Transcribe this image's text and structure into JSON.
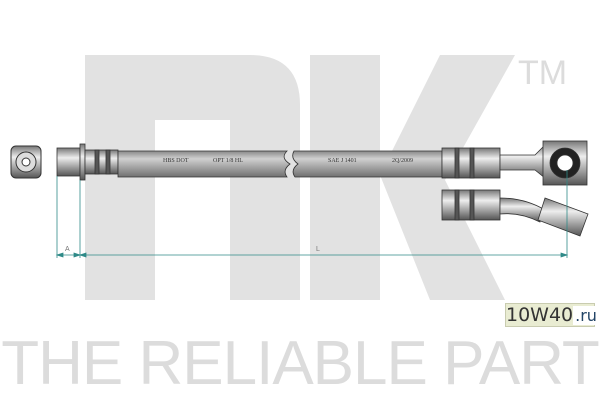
{
  "logo": {
    "brand": "NK",
    "trademark": "TM"
  },
  "slogan": "THE RELIABLE PART",
  "hose_labels": [
    "HBS DOT",
    "OPT 1/8 HL",
    "SAE J 1401",
    "2Q/2009"
  ],
  "dimensions": {
    "a_label": "A",
    "l_label": "L"
  },
  "watermark": {
    "main": "10W40",
    "suffix": ".ru"
  },
  "colors": {
    "logo_gray": "#e0e0e0",
    "dimension_line": "#2f8a88",
    "hose": "#a8a8a8"
  }
}
